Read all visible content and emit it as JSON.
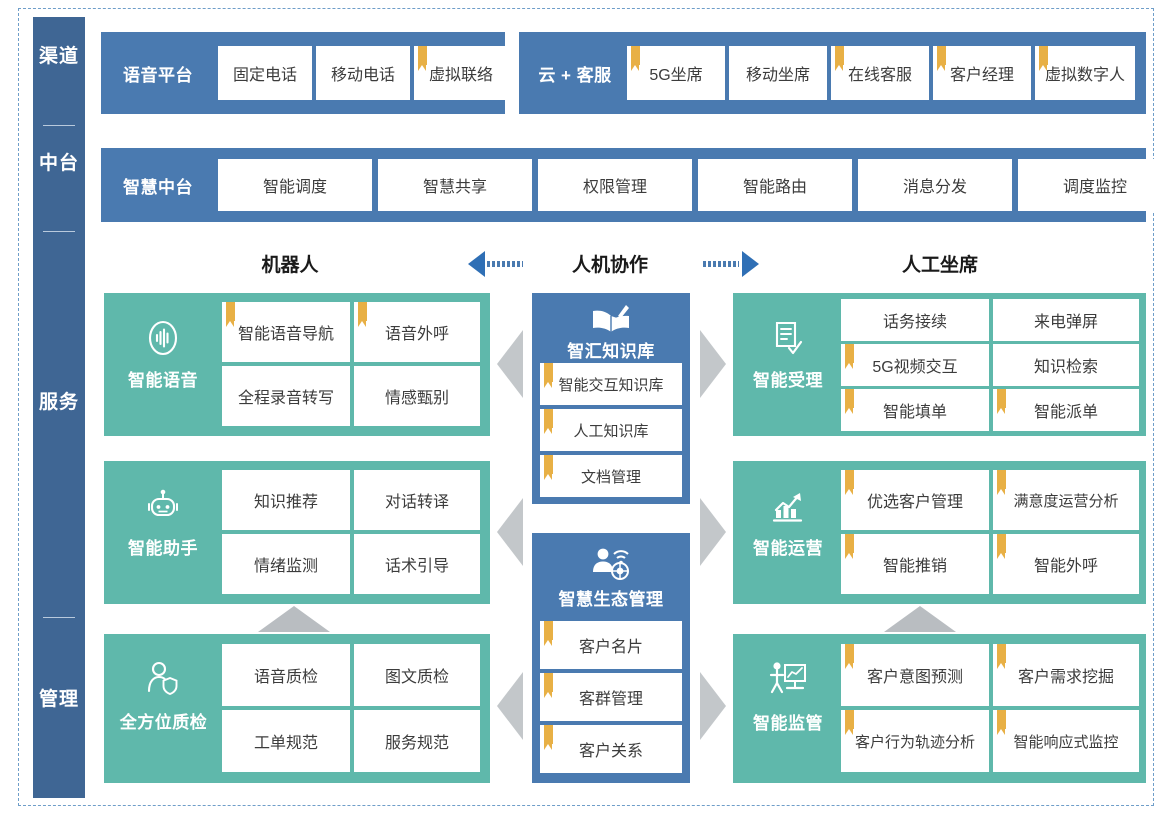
{
  "sidebar": {
    "labels": [
      {
        "id": "channel",
        "text": "渠道"
      },
      {
        "id": "middle-platform",
        "text": "中台"
      },
      {
        "id": "service",
        "text": "服务"
      },
      {
        "id": "management",
        "text": "管理"
      }
    ]
  },
  "channel_row": {
    "groups": [
      {
        "title": "语音平台",
        "items": [
          {
            "label": "固定电话",
            "bookmark": false
          },
          {
            "label": "移动电话",
            "bookmark": false
          },
          {
            "label": "虚拟联络",
            "bookmark": true
          }
        ]
      },
      {
        "title": "云 + 客服",
        "items": [
          {
            "label": "5G坐席",
            "bookmark": true
          },
          {
            "label": "移动坐席",
            "bookmark": false
          },
          {
            "label": "在线客服",
            "bookmark": true
          },
          {
            "label": "客户经理",
            "bookmark": true
          },
          {
            "label": "虚拟数字人",
            "bookmark": true
          }
        ]
      }
    ]
  },
  "platform_row": {
    "title": "智慧中台",
    "items": [
      {
        "label": "智能调度",
        "bookmark": false
      },
      {
        "label": "智慧共享",
        "bookmark": false
      },
      {
        "label": "权限管理",
        "bookmark": false
      },
      {
        "label": "智能路由",
        "bookmark": false
      },
      {
        "label": "消息分发",
        "bookmark": false
      },
      {
        "label": "调度监控",
        "bookmark": false
      }
    ]
  },
  "column_headers": {
    "left": "机器人",
    "center": "人机协作",
    "right": "人工坐席"
  },
  "left_panels": [
    {
      "title": "智能语音",
      "icon": "voice-waveform-icon",
      "items": [
        {
          "label": "智能语音导航",
          "bookmark": true
        },
        {
          "label": "语音外呼",
          "bookmark": true
        },
        {
          "label": "全程录音转写",
          "bookmark": false
        },
        {
          "label": "情感甄别",
          "bookmark": false
        }
      ]
    },
    {
      "title": "智能助手",
      "icon": "robot-head-icon",
      "items": [
        {
          "label": "知识推荐",
          "bookmark": false
        },
        {
          "label": "对话转译",
          "bookmark": false
        },
        {
          "label": "情绪监测",
          "bookmark": false
        },
        {
          "label": "话术引导",
          "bookmark": false
        }
      ]
    },
    {
      "title": "全方位质检",
      "icon": "person-shield-icon",
      "items": [
        {
          "label": "语音质检",
          "bookmark": false
        },
        {
          "label": "图文质检",
          "bookmark": false
        },
        {
          "label": "工单规范",
          "bookmark": false
        },
        {
          "label": "服务规范",
          "bookmark": false
        }
      ]
    }
  ],
  "center_panels": [
    {
      "title": "智汇知识库",
      "icon": "open-book-pen-icon",
      "items": [
        {
          "label": "智能交互知识库",
          "bookmark": true
        },
        {
          "label": "人工知识库",
          "bookmark": true
        },
        {
          "label": "文档管理",
          "bookmark": true
        }
      ]
    },
    {
      "title": "智慧生态管理",
      "icon": "person-network-icon",
      "items": [
        {
          "label": "客户名片",
          "bookmark": true
        },
        {
          "label": "客群管理",
          "bookmark": true
        },
        {
          "label": "客户关系",
          "bookmark": true
        }
      ]
    }
  ],
  "right_panels": [
    {
      "title": "智能受理",
      "icon": "document-check-icon",
      "items": [
        {
          "label": "话务接续",
          "bookmark": false
        },
        {
          "label": "来电弹屏",
          "bookmark": false
        },
        {
          "label": "5G视频交互",
          "bookmark": true
        },
        {
          "label": "知识检索",
          "bookmark": false
        },
        {
          "label": "智能填单",
          "bookmark": true
        },
        {
          "label": "智能派单",
          "bookmark": true
        }
      ]
    },
    {
      "title": "智能运营",
      "icon": "bar-chart-trend-icon",
      "items": [
        {
          "label": "优选客户管理",
          "bookmark": true
        },
        {
          "label": "满意度运营分析",
          "bookmark": true
        },
        {
          "label": "智能推销",
          "bookmark": true
        },
        {
          "label": "智能外呼",
          "bookmark": true
        }
      ]
    },
    {
      "title": "智能监管",
      "icon": "person-presentation-icon",
      "items": [
        {
          "label": "客户意图预测",
          "bookmark": true
        },
        {
          "label": "客户需求挖掘",
          "bookmark": true
        },
        {
          "label": "客户行为轨迹分析",
          "bookmark": true
        },
        {
          "label": "智能响应式监控",
          "bookmark": true
        }
      ]
    }
  ],
  "colors": {
    "sidebar_blue": "#3f6694",
    "band_blue": "#4a7ab0",
    "panel_green": "#5fb8ab",
    "bookmark_orange": "#e8b045",
    "arrow_blue": "#2f6fb5",
    "chevron_gray": "#c3c7ca",
    "frame_dashed": "#6f9ec9"
  }
}
